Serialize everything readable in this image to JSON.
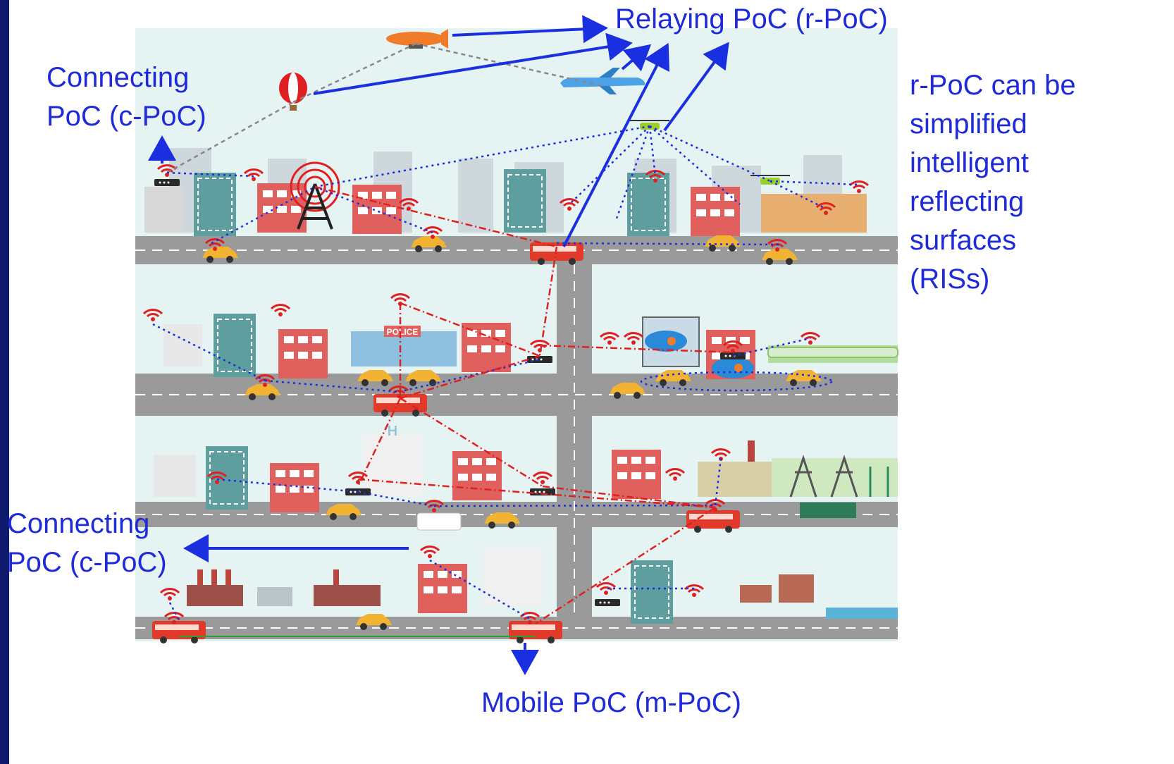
{
  "labels": {
    "relaying_poc": "Relaying PoC (r-PoC)",
    "connecting_poc_top": [
      "Connecting",
      "PoC (c-PoC)"
    ],
    "connecting_poc_bottom": [
      "Connecting",
      "PoC (c-PoC)"
    ],
    "mobile_poc": "Mobile PoC (m-PoC)",
    "ris_note": [
      "r-PoC can be",
      "simplified",
      "intelligent",
      "reflecting",
      "surfaces",
      "(RISs)"
    ]
  },
  "city_signs": {
    "police": "POLICE",
    "hospital": "H"
  },
  "colors": {
    "label_blue": "#1f2ad8",
    "arrow_blue": "#1a2fe0",
    "link_red": "#e02020",
    "link_blue_dotted": "#1a2fe0",
    "sky": "#e6f3f3",
    "road": "#9a9a9a",
    "frame": "#0d1a6e"
  },
  "icons": [
    "wifi-icon",
    "cell-tower-icon",
    "router-icon",
    "bus-icon",
    "car-icon",
    "drone-icon",
    "airplane-icon",
    "airship-icon",
    "hot-air-balloon-icon",
    "cloud-gear-icon",
    "train-icon",
    "power-pylon-icon",
    "wind-turbine-icon",
    "factory-icon"
  ]
}
